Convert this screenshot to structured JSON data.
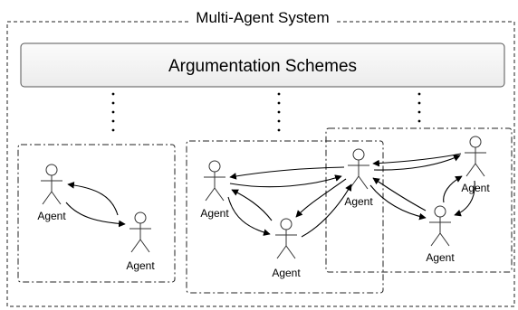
{
  "system": {
    "title": "Multi-Agent System"
  },
  "banner": {
    "label": "Argumentation Schemes"
  },
  "agents": [
    {
      "label": "Agent"
    },
    {
      "label": "Agent"
    },
    {
      "label": "Agent"
    },
    {
      "label": "Agent"
    },
    {
      "label": "Agent"
    },
    {
      "label": "Agent"
    },
    {
      "label": "Agent"
    }
  ]
}
